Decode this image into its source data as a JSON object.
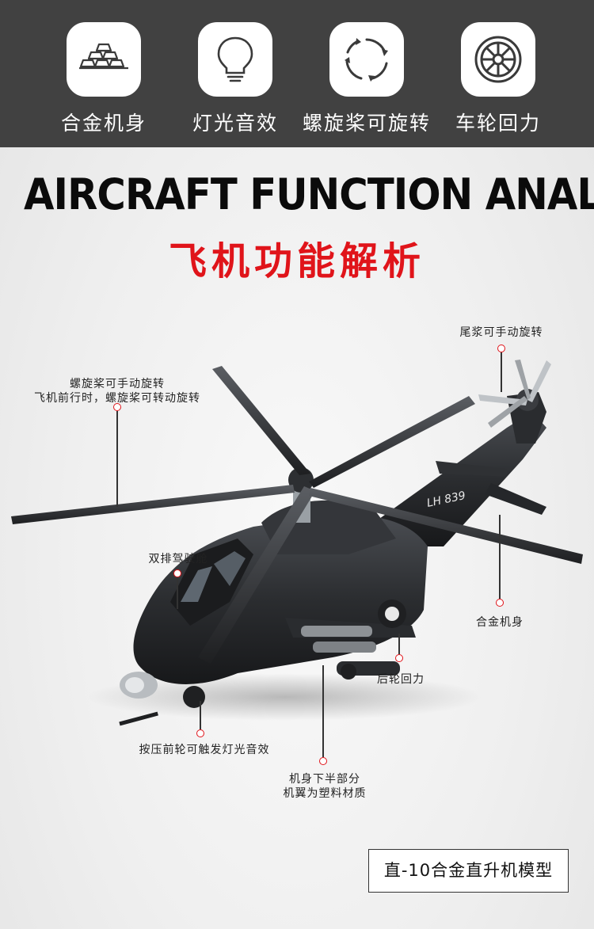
{
  "features": [
    {
      "label": "合金机身",
      "icon": "gold-bars-icon"
    },
    {
      "label": "灯光音效",
      "icon": "light-bulb-icon"
    },
    {
      "label": "螺旋桨可旋转",
      "icon": "rotate-arrows-icon"
    },
    {
      "label": "车轮回力",
      "icon": "wheel-icon"
    }
  ],
  "heading": {
    "english": "AIRCRAFT FUNCTION ANALYSIS",
    "chinese": "飞机功能解析"
  },
  "callouts": {
    "tail_rotor": "尾浆可手动旋转",
    "main_rotor_line1": "螺旋桨可手动旋转",
    "main_rotor_line2": "飞机前行时，螺旋桨可转动旋转",
    "cockpit": "双排驾驶舱",
    "body": "合金机身",
    "rear_wheel": "后轮回力",
    "front_wheel": "按压前轮可触发灯光音效",
    "lower_body_line1": "机身下半部分",
    "lower_body_line2": "机翼为塑料材质"
  },
  "product_name": "直-10合金直升机模型",
  "tail_number": "LH 839",
  "colors": {
    "top_bar": "#414141",
    "accent_red": "#e0141a",
    "heli_body": "#2b2d30"
  }
}
